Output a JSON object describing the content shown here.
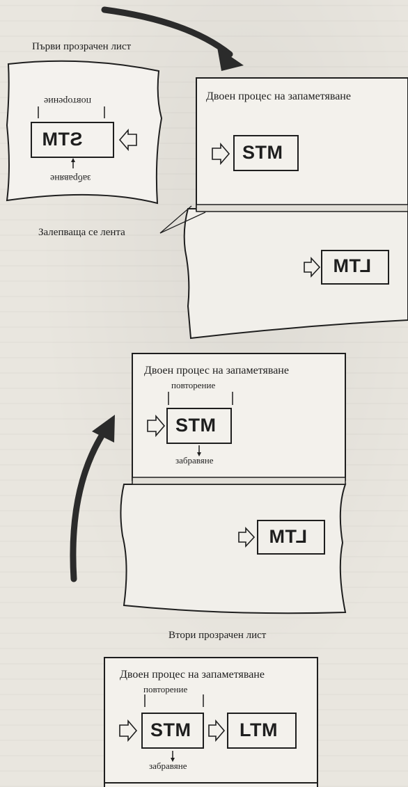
{
  "labels": {
    "first_sheet": "Първи прозрачен лист",
    "tape": "Залепваща се лента",
    "second_sheet": "Втори прозрачен лист",
    "title": "Двоен процес на запаметяване",
    "rehearsal": "повторение",
    "forgetting": "забравяне",
    "stm": "STM",
    "ltm": "LTM"
  },
  "colors": {
    "ink": "#1e1e1e",
    "paper": "#e9e6df",
    "sheet": "#f3f1ec"
  },
  "icons": [
    "curved-arrow-icon",
    "outline-arrow-icon",
    "down-arrow-icon"
  ]
}
